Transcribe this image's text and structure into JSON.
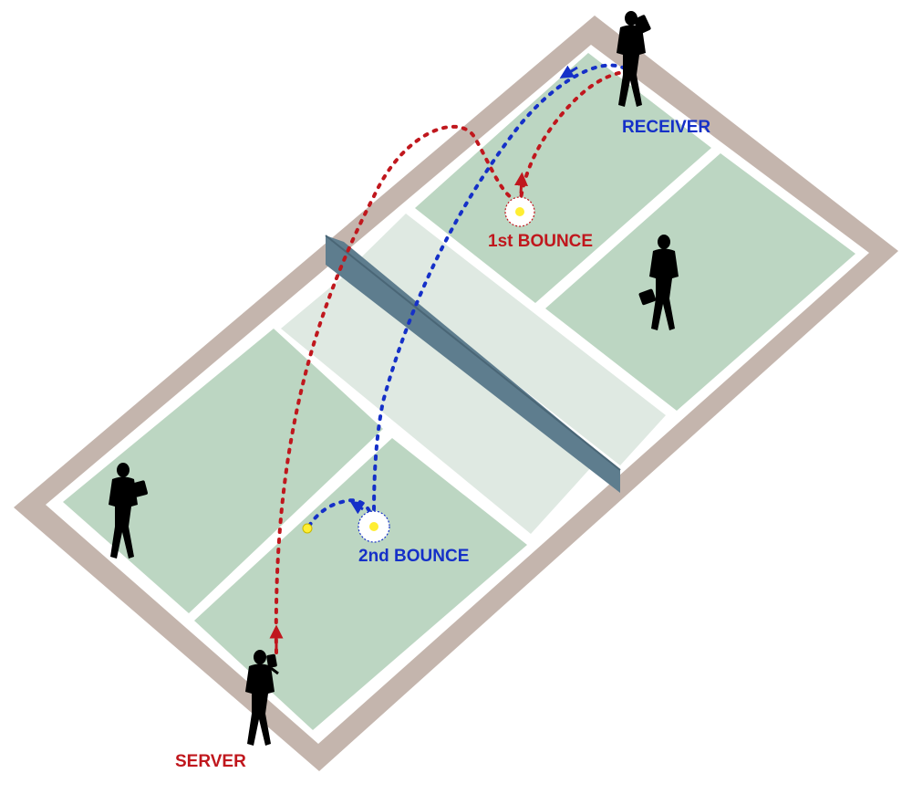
{
  "labels": {
    "server": "SERVER",
    "receiver": "RECEIVER",
    "first_bounce": "1st BOUNCE",
    "second_bounce": "2nd BOUNCE"
  },
  "colors": {
    "surround": "#c4b5ad",
    "court_green": "#bcd6c2",
    "kitchen": "#dfe9e2",
    "lines": "#ffffff",
    "net": "#5e7d8e",
    "serve_path": "#c0171d",
    "return_path": "#1530c8",
    "player": "#000000",
    "ball": "#ffee33"
  },
  "players": [
    {
      "role": "server"
    },
    {
      "role": "receiver"
    },
    {
      "role": "server-partner"
    },
    {
      "role": "receiver-partner"
    }
  ]
}
